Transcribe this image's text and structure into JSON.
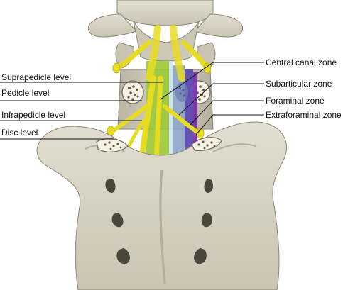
{
  "labels": {
    "left": {
      "suprapedicle": "Suprapedicle level",
      "pedicle": "Pedicle level",
      "infrapedicle": "Infrapedicle level",
      "disc": "Disc level"
    },
    "right": {
      "central": "Central canal zone",
      "subarticular": "Subarticular zone",
      "foraminal": "Foraminal zone",
      "extraforaminal": "Extraforaminal zone"
    }
  },
  "colors": {
    "bone": "#d8d4c4",
    "bone_shadow": "#b8b3a0",
    "bone_outline": "#8a8674",
    "nerve": "#e8dc20",
    "central_zone": "#9cc93a",
    "subarticular_zone": "#8fa6c8",
    "foraminal_zone": "#5a46b0",
    "extraforaminal_zone": "#7a2ea8",
    "spinal_canal_band": "#c8e0ec"
  }
}
